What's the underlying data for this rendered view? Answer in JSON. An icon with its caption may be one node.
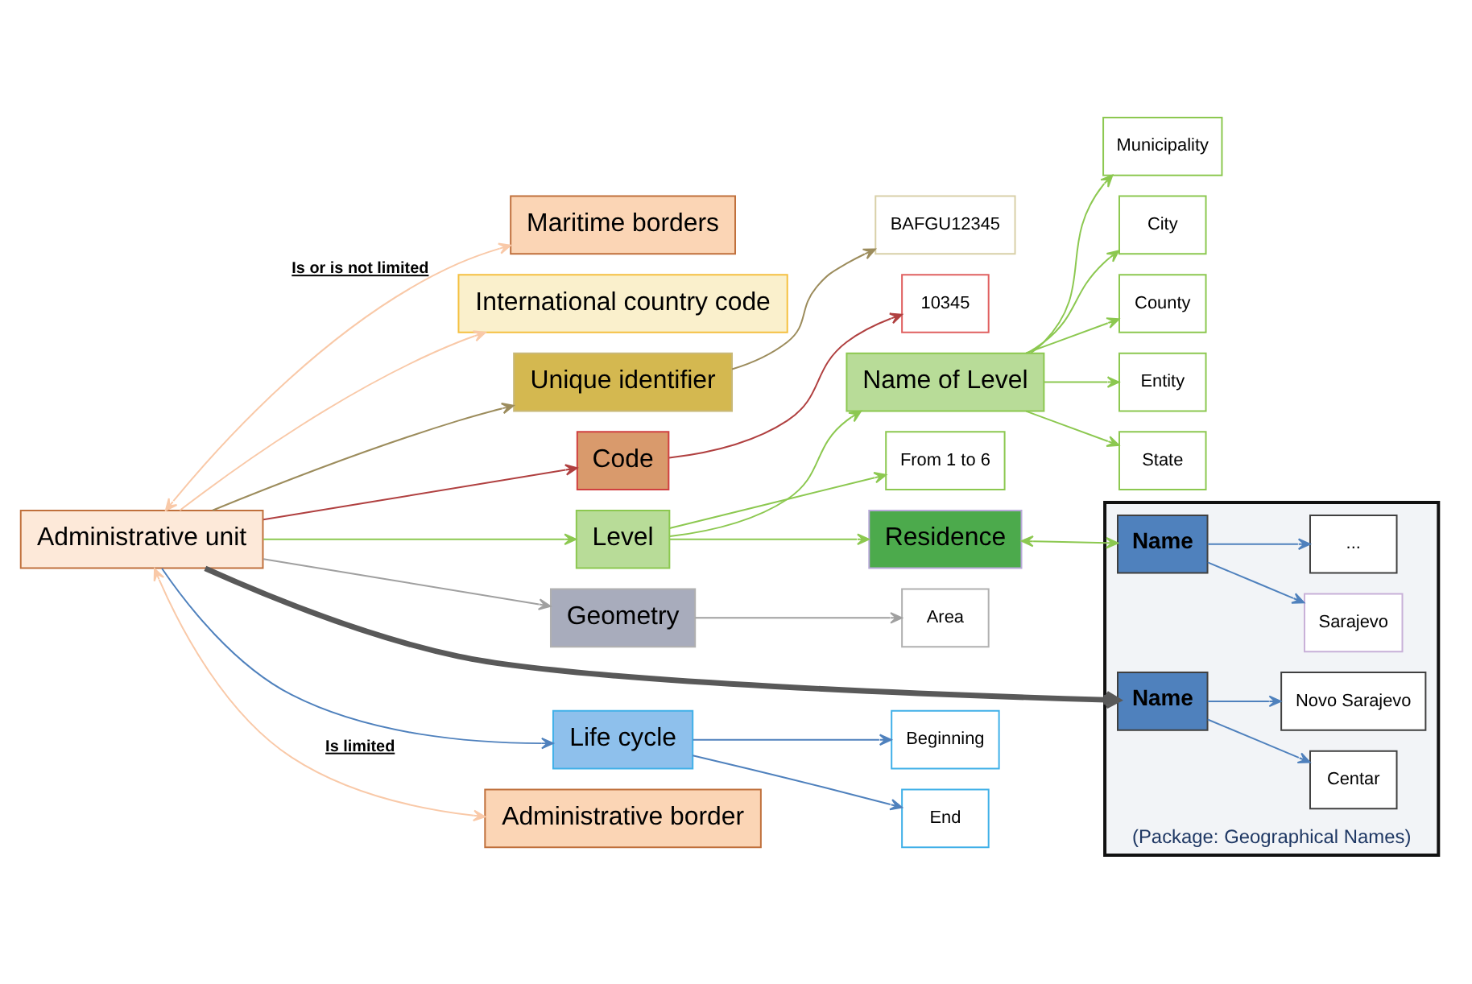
{
  "diagram": {
    "nodes": [
      {
        "text": [
          "Maritime borders"
        ]
      },
      {
        "text": [
          "International country code"
        ]
      },
      {
        "text": [
          "Unique identifier"
        ]
      },
      {
        "text": [
          "BAFGU12345"
        ]
      },
      {
        "text": [
          "Code"
        ]
      },
      {
        "text": [
          "10345"
        ]
      },
      {
        "text": [
          "Level"
        ]
      },
      {
        "text": [
          "Name of Level"
        ]
      },
      {
        "text": [
          "Municipality"
        ]
      },
      {
        "text": [
          "City"
        ]
      },
      {
        "text": [
          "County"
        ]
      },
      {
        "text": [
          "Entity"
        ]
      },
      {
        "text": [
          "State"
        ]
      },
      {
        "text": [
          "From 1 to 6"
        ]
      },
      {
        "text": [
          "Administrative unit"
        ]
      },
      {
        "text": [
          "Residence"
        ]
      },
      {
        "text": [
          "Geometry"
        ]
      },
      {
        "text": [
          "Area"
        ]
      },
      {
        "text": [
          "(Package: Geographical Names)"
        ]
      },
      {
        "text": [
          "Name"
        ],
        "in": 18
      },
      {
        "text": [
          "Centar"
        ],
        "in": 18
      },
      {
        "text": [
          "Novo Sarajevo"
        ],
        "in": 18
      },
      {
        "text": [
          "Sarajevo"
        ],
        "in": 18
      },
      {
        "text": [
          "Name"
        ],
        "in": 18
      },
      {
        "text": [
          "..."
        ],
        "in": 18
      },
      {
        "text": [
          "Life cycle"
        ]
      },
      {
        "text": [
          "Beginning"
        ]
      },
      {
        "text": [
          "End"
        ]
      },
      {
        "text": [
          "Administrative border"
        ]
      }
    ],
    "edges": [
      {
        "from": 14,
        "to": 0,
        "arrow": "both",
        "label": "Is or is not limited",
        "color": "#f9c9a8"
      },
      {
        "from": 14,
        "to": 1,
        "arrow": "to",
        "color": "#f9c9a8"
      },
      {
        "from": 14,
        "to": 2,
        "arrow": "to",
        "color": "#9c8c5c"
      },
      {
        "from": 2,
        "to": 3,
        "arrow": "to",
        "color": "#9c8c5c"
      },
      {
        "from": 14,
        "to": 4,
        "arrow": "to",
        "color": "#b04040"
      },
      {
        "from": 4,
        "to": 5,
        "arrow": "to",
        "color": "#b04040"
      },
      {
        "from": 14,
        "to": 6,
        "arrow": "to",
        "color": "#8cc850"
      },
      {
        "from": 6,
        "to": 7,
        "arrow": "to",
        "color": "#8cc850"
      },
      {
        "from": 6,
        "to": 13,
        "arrow": "to",
        "color": "#8cc850"
      },
      {
        "from": 7,
        "to": 8,
        "arrow": "to",
        "color": "#8cc850"
      },
      {
        "from": 7,
        "to": 9,
        "arrow": "to",
        "color": "#8cc850"
      },
      {
        "from": 7,
        "to": 10,
        "arrow": "to",
        "color": "#8cc850"
      },
      {
        "from": 7,
        "to": 11,
        "arrow": "to",
        "color": "#8cc850"
      },
      {
        "from": 7,
        "to": 12,
        "arrow": "to",
        "color": "#8cc850"
      },
      {
        "from": 6,
        "to": 15,
        "arrow": "to",
        "color": "#8cc850"
      },
      {
        "from": 14,
        "to": 16,
        "arrow": "to",
        "color": "#a0a0a0"
      },
      {
        "from": 16,
        "to": 17,
        "arrow": "to",
        "color": "#a0a0a0"
      },
      {
        "from": 14,
        "to": 19,
        "arrow": "to",
        "style": "thick",
        "color": "#595959"
      },
      {
        "from": 19,
        "to": 20,
        "arrow": "to",
        "color": "#4f81bd"
      },
      {
        "from": 19,
        "to": 21,
        "arrow": "to",
        "color": "#4f81bd"
      },
      {
        "from": 23,
        "to": 22,
        "arrow": "to",
        "color": "#4f81bd"
      },
      {
        "from": 23,
        "to": 24,
        "arrow": "to",
        "color": "#4f81bd"
      },
      {
        "from": 15,
        "to": 23,
        "arrow": "both",
        "color": "#8cc850"
      },
      {
        "from": 14,
        "to": 25,
        "arrow": "to",
        "color": "#4f81bd"
      },
      {
        "from": 25,
        "to": 26,
        "arrow": "to",
        "color": "#4f81bd"
      },
      {
        "from": 25,
        "to": 27,
        "arrow": "to",
        "color": "#4f81bd"
      },
      {
        "from": 14,
        "to": 28,
        "arrow": "both",
        "label": "Is limited",
        "color": "#f9c9a8"
      }
    ]
  }
}
